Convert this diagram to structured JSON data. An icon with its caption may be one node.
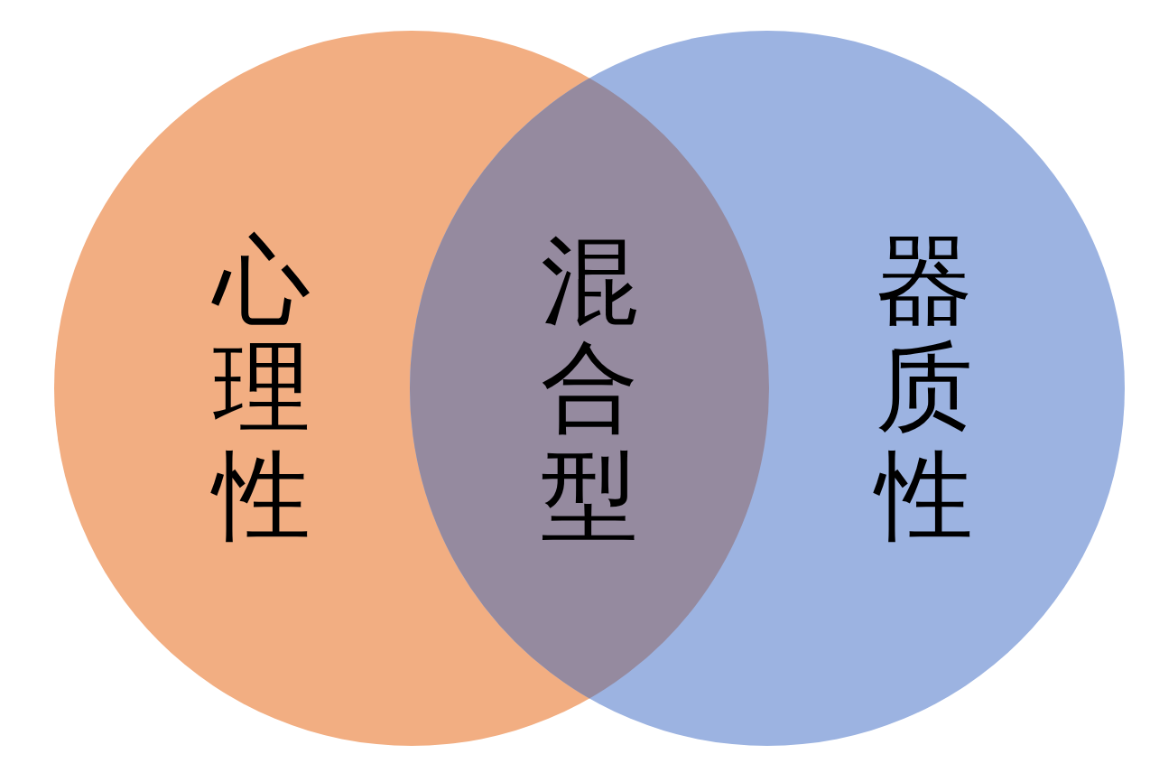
{
  "diagram": {
    "nodes": [
      {
        "text": [
          "心理性"
        ]
      },
      {
        "text": [
          "器质性"
        ]
      }
    ],
    "labels": [
      "混合型"
    ]
  }
}
